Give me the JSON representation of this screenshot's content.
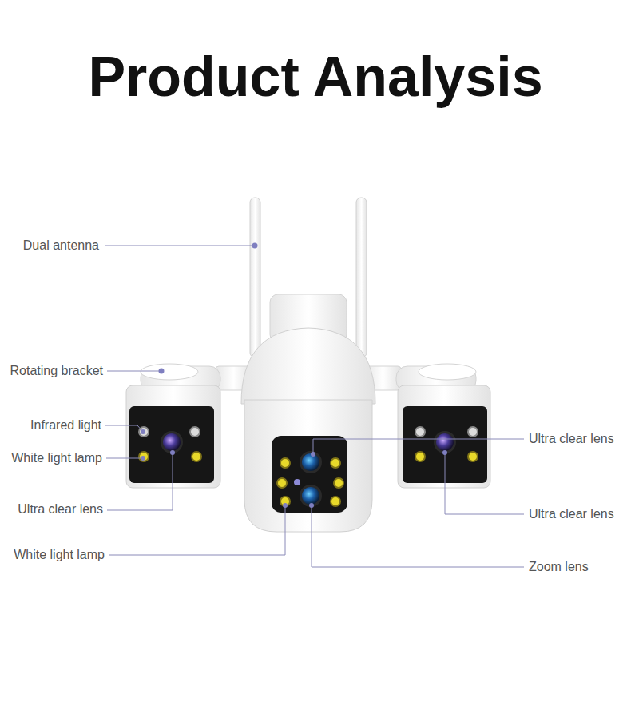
{
  "diagram": {
    "title": "Product Analysis",
    "labels": [
      "Dual antenna",
      "Rotating bracket",
      "Infrared light",
      "Ultra clear lens",
      "White light lamp",
      "Ultra clear lens",
      "Ultra clear lens",
      "White light lamp",
      "Zoom lens"
    ]
  }
}
